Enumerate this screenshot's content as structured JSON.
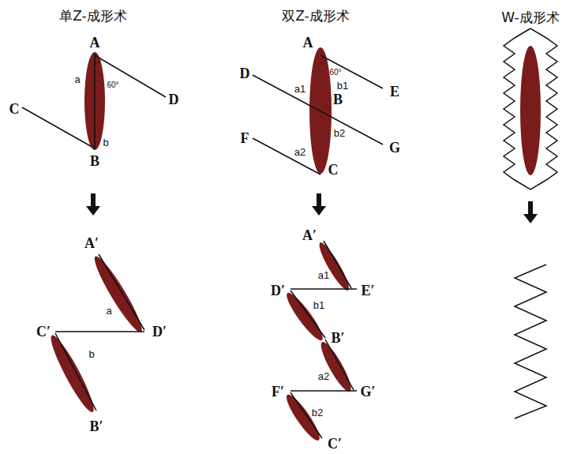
{
  "diagram": {
    "labels": [
      "单Z-成形术",
      "A",
      "a",
      "60°",
      "C",
      "D",
      "B",
      "b",
      "A′",
      "a",
      "C′",
      "D′",
      "b",
      "B′",
      "双Z-成形术",
      "A",
      "60°",
      "D",
      "a1",
      "b1",
      "E",
      "B",
      "b2",
      "F",
      "G",
      "a2",
      "C",
      "A′",
      "a1",
      "D′",
      "E′",
      "b1",
      "B′",
      "a2",
      "F′",
      "G′",
      "b2",
      "C′",
      "W-成形术"
    ]
  }
}
